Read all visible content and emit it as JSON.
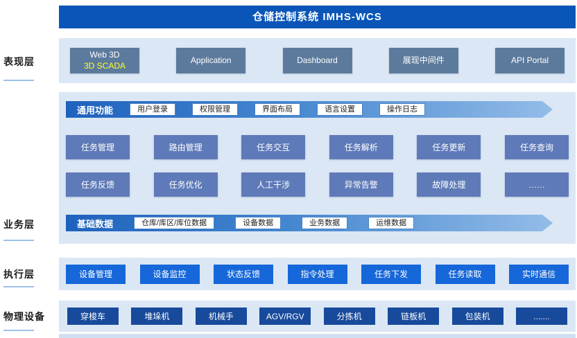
{
  "header": {
    "title": "仓储控制系统 IMHS-WCS"
  },
  "side_labels": {
    "presentation": "表现层",
    "business": "业务层",
    "execution": "执行层",
    "physical": "物理设备"
  },
  "presentation": {
    "web3d_line1": "Web 3D",
    "web3d_line2": "3D SCADA",
    "items": [
      "Application",
      "Dashboard",
      "展现中间件",
      "API Portal"
    ]
  },
  "business": {
    "common_banner": {
      "label": "通用功能",
      "items": [
        "用户登录",
        "权限管理",
        "界面布局",
        "语言设置",
        "操作日志"
      ]
    },
    "task_rows": [
      [
        "任务管理",
        "路由管理",
        "任务交互",
        "任务解析",
        "任务更新",
        "任务查询"
      ],
      [
        "任务反馈",
        "任务优化",
        "人工干涉",
        "异常告警",
        "故障处理",
        "……"
      ]
    ],
    "data_banner": {
      "label": "基础数据",
      "items": [
        "仓库/库区/库位数据",
        "设备数据",
        "业务数据",
        "运维数据"
      ]
    }
  },
  "execution": {
    "items": [
      "设备管理",
      "设备监控",
      "状态反馈",
      "指令处理",
      "任务下发",
      "任务读取",
      "实时通信"
    ]
  },
  "physical": {
    "items": [
      "穿梭车",
      "堆垛机",
      "机械手",
      "AGV/RGV",
      "分拣机",
      "链板机",
      "包装机",
      "......."
    ]
  },
  "colors": {
    "title_bar": "#0a56b8",
    "panel_background": "#dbe7f4",
    "presentation_box": "#5c7a9c",
    "scada_yellow": "#ffff2e",
    "banner_gradient_start": "#1e62bd",
    "banner_gradient_end": "#93bce8",
    "task_box": "#5e7ab8",
    "execution_box": "#1667d9",
    "physical_box": "#174a9b"
  }
}
